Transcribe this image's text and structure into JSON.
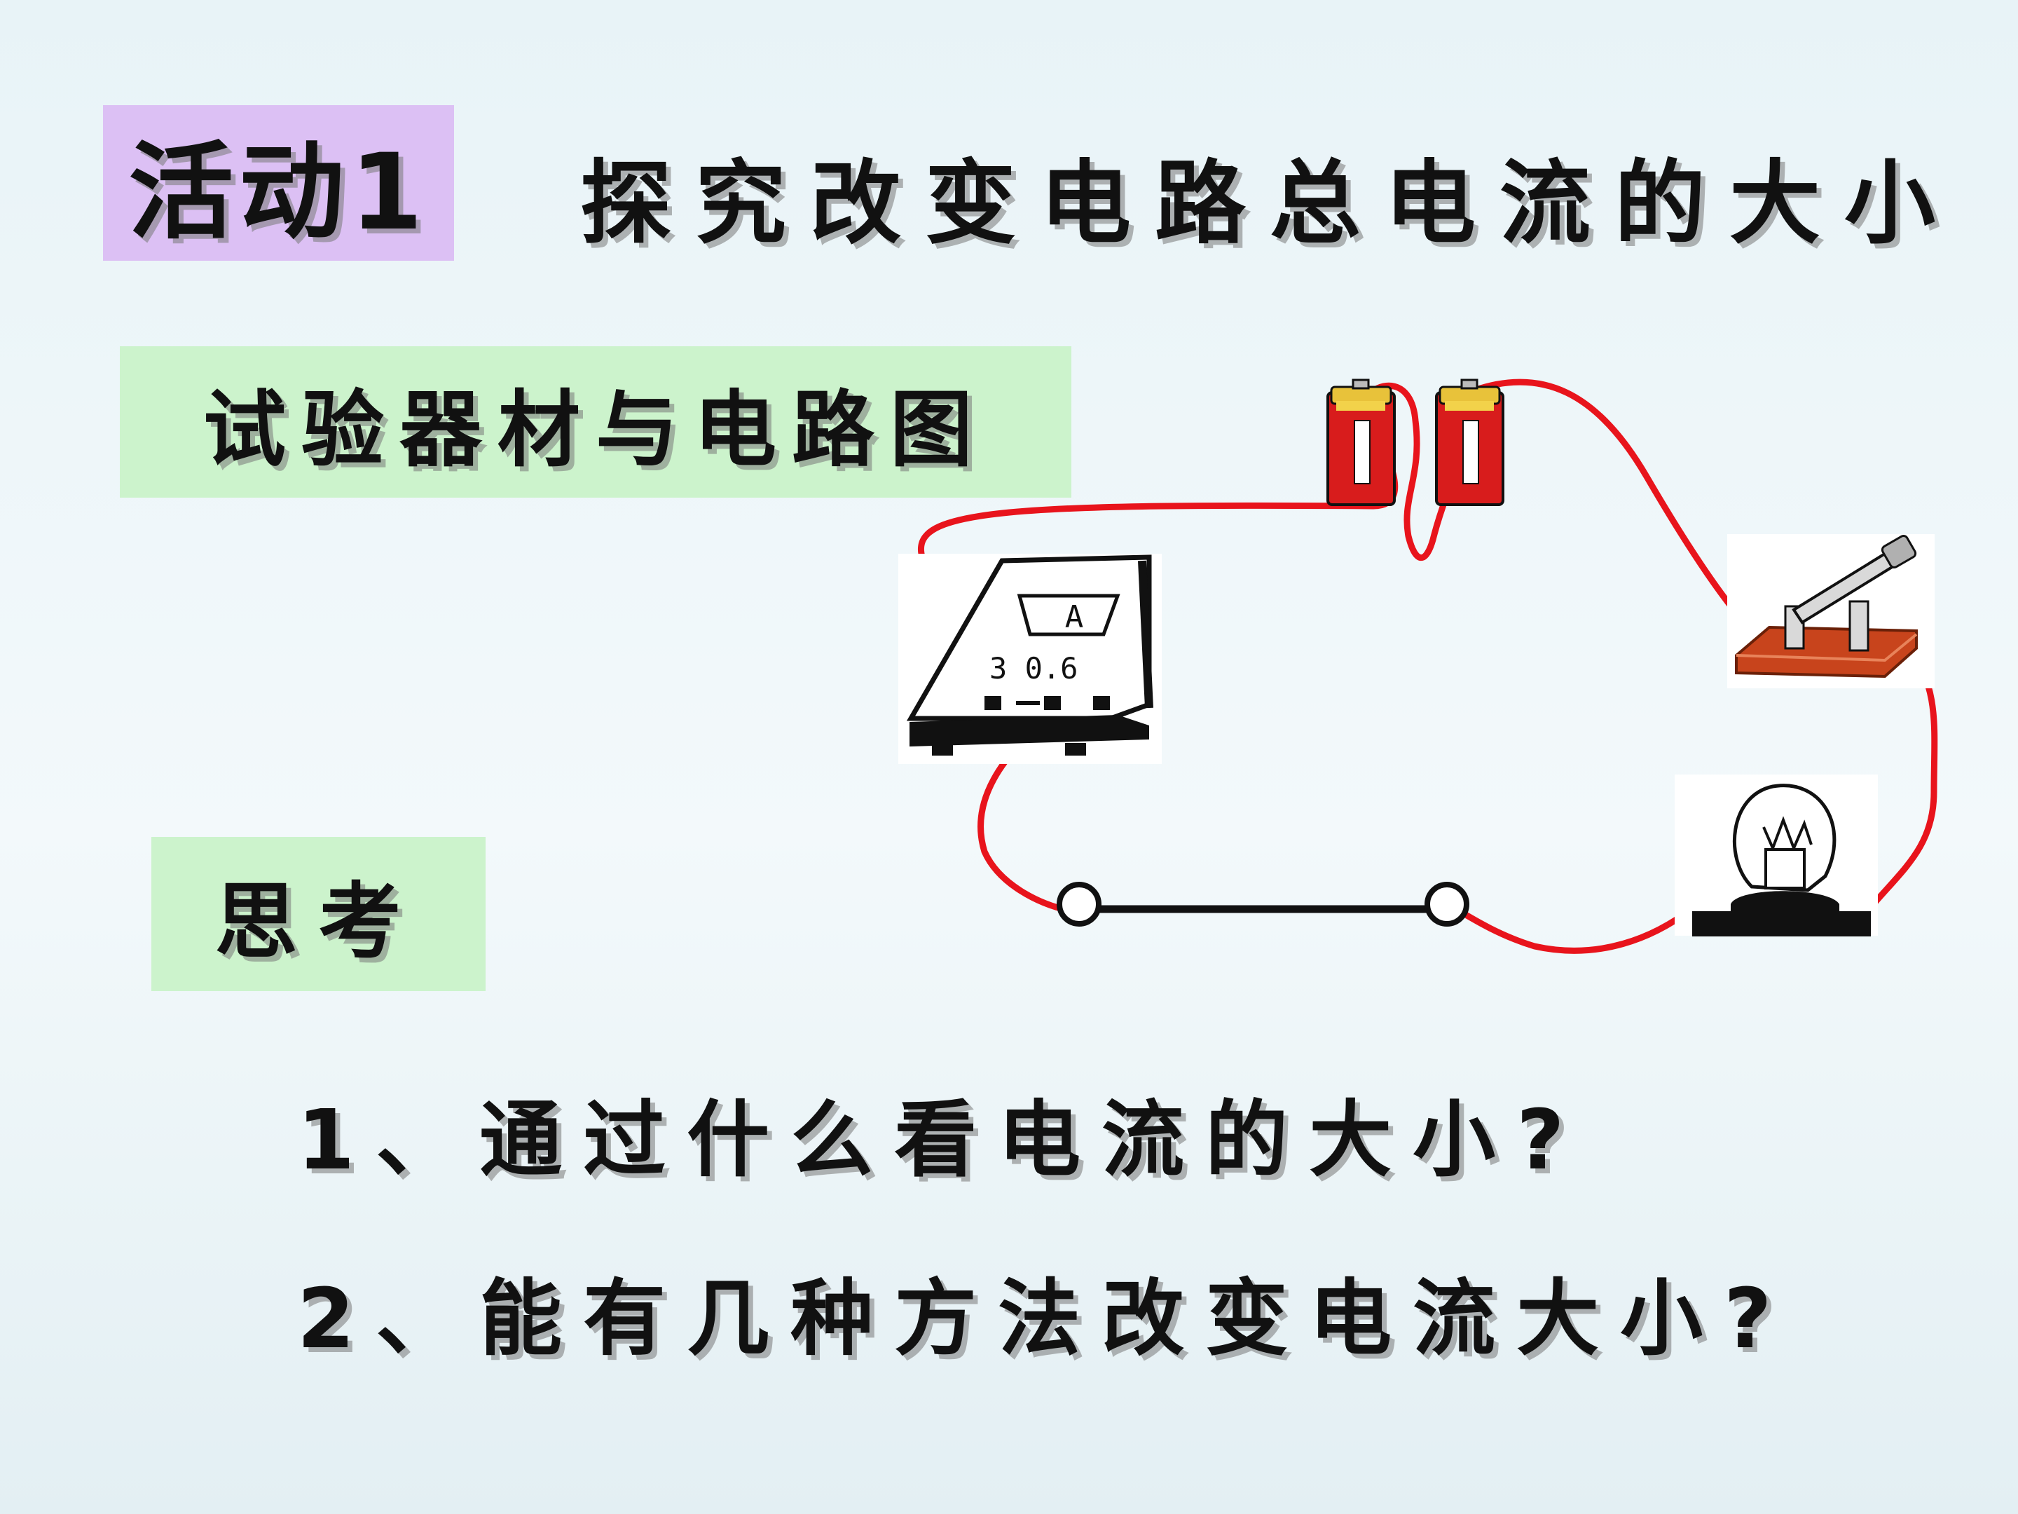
{
  "activity": {
    "label": "活动1"
  },
  "title": "探究改变电路总电流的大小",
  "materials": {
    "label": "试验器材与电路图"
  },
  "think": {
    "label": "思考"
  },
  "questions": [
    "1、通过什么看电流的大小?",
    "2、能有几种方法改变电流大小?"
  ],
  "ammeter": {
    "unit": "A",
    "scale_labels": "3 0.6"
  },
  "colors": {
    "wire": "#e8141c",
    "activity_bg": "#dcc0f4",
    "label_bg": "#ccf3cc",
    "switch_base": "#c8441c"
  },
  "icons": [
    "battery-icon",
    "ammeter-icon",
    "switch-icon",
    "bulb-icon",
    "terminal-icon"
  ]
}
